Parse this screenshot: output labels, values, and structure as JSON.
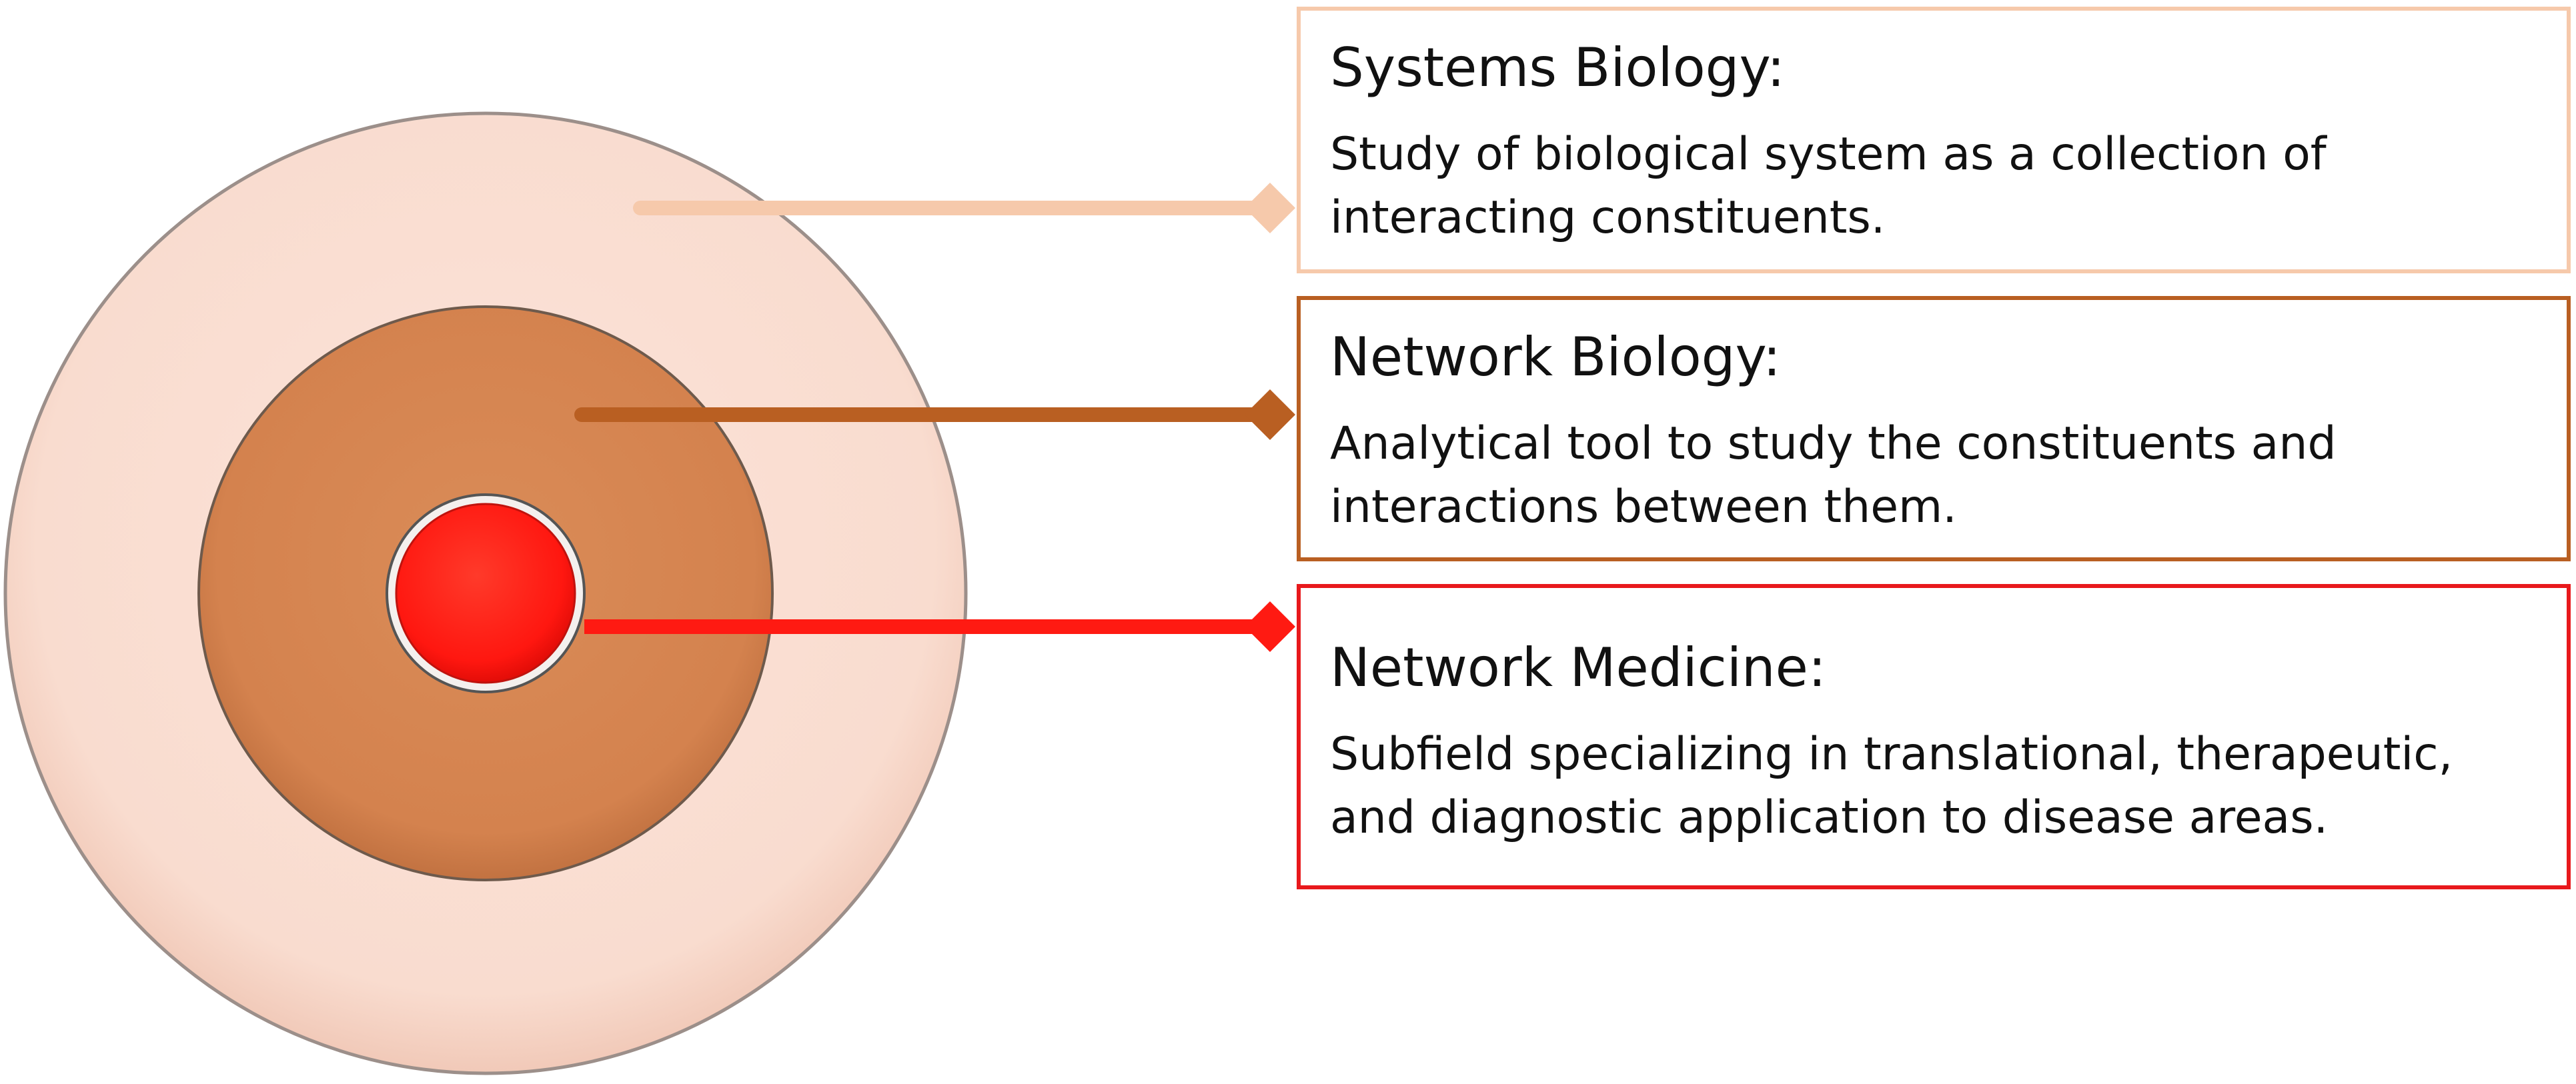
{
  "layers": [
    {
      "id": "systems",
      "title": "Systems Biology:",
      "description_lines": [
        "Study of biological system as a collection of",
        "interacting constituents."
      ],
      "color": "#f6c9ab",
      "fill": "#fadfd3"
    },
    {
      "id": "network",
      "title": "Network Biology:",
      "description_lines": [
        "Analytical tool to study the constituents and",
        "interactions between them."
      ],
      "color": "#b95f22",
      "fill": "#d6844f"
    },
    {
      "id": "medicine",
      "title": "Network Medicine:",
      "description_lines": [
        "Subfield specializing in translational, therapeutic,",
        "and diagnostic application to disease areas."
      ],
      "color": "#e8191c",
      "fill": "#ff1a12"
    }
  ],
  "connector_marker": "diamond"
}
